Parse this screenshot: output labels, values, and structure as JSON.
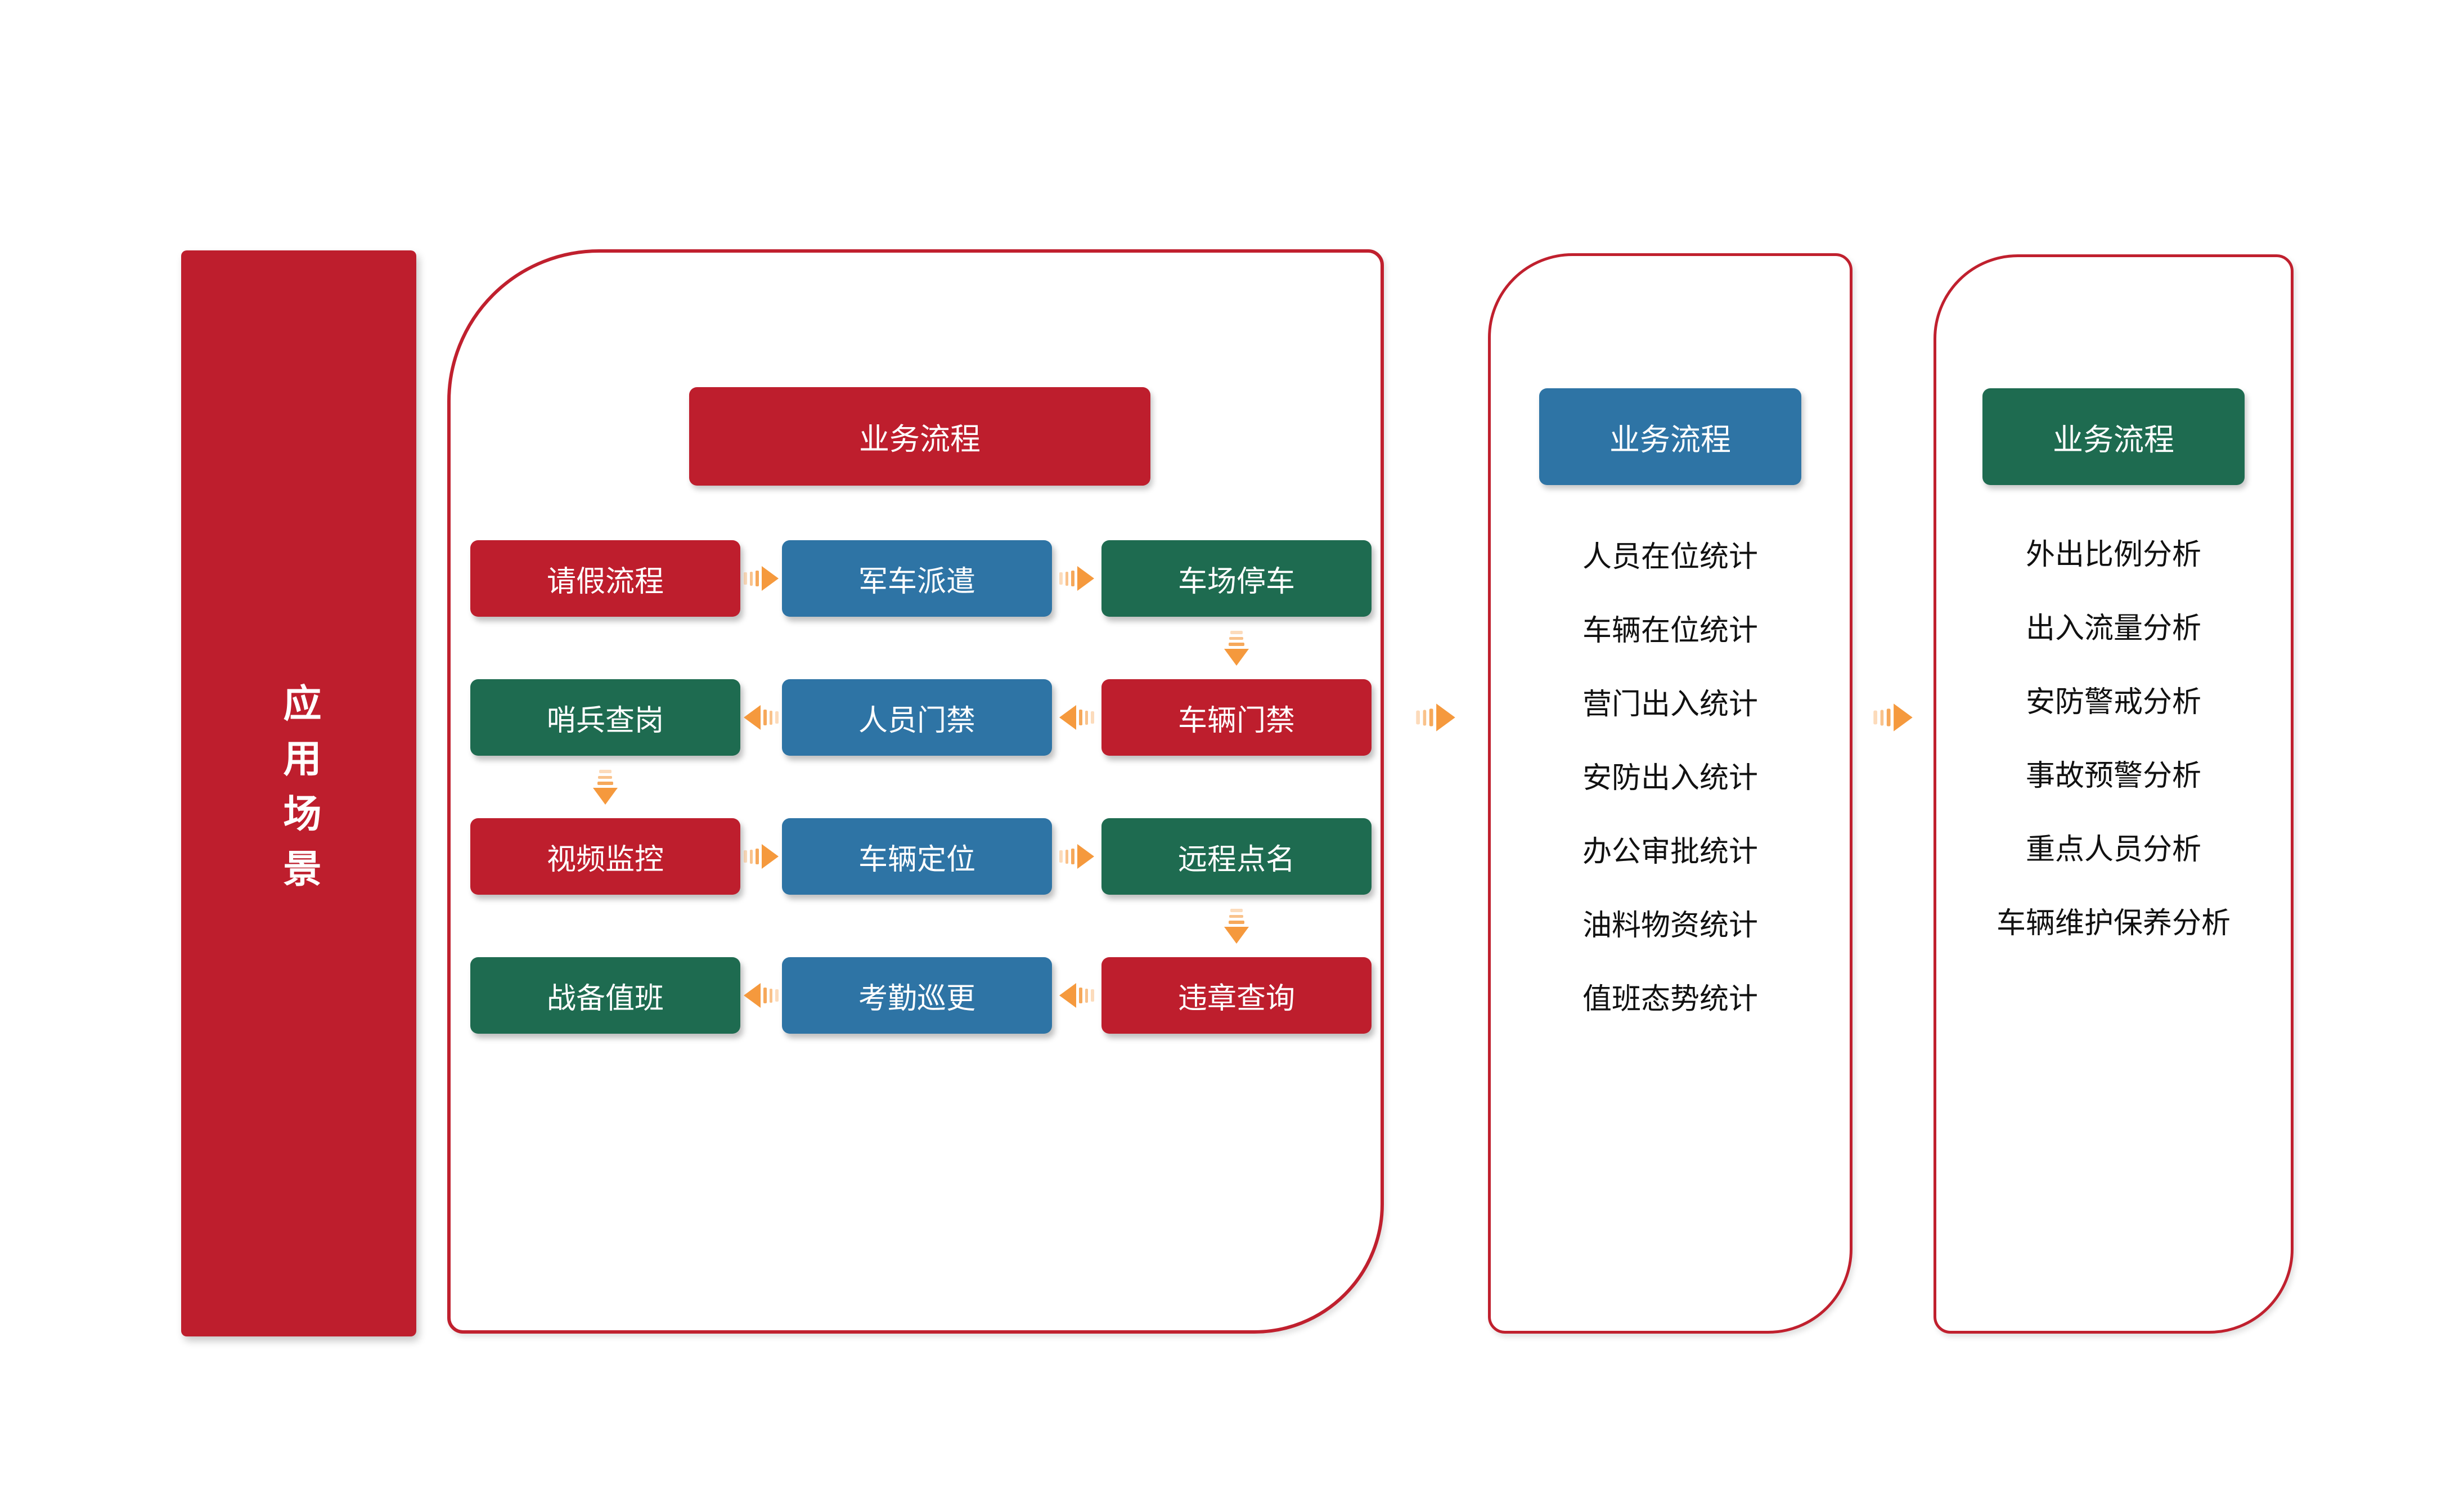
{
  "colors": {
    "red": "#BE1E2D",
    "blue": "#2E74A5",
    "green": "#1E6B50",
    "orange": "#F5993D",
    "border": "#C0202E",
    "text_dark": "#111111",
    "text_light": "#FFFFFF",
    "background": "#FFFFFF"
  },
  "sidebar": {
    "label": "应用场景"
  },
  "process": {
    "header": "业务流程",
    "boxes": [
      {
        "label": "请假流程",
        "color": "red"
      },
      {
        "label": "军车派遣",
        "color": "blue"
      },
      {
        "label": "车场停车",
        "color": "green"
      },
      {
        "label": "哨兵查岗",
        "color": "green"
      },
      {
        "label": "人员门禁",
        "color": "blue"
      },
      {
        "label": "车辆门禁",
        "color": "red"
      },
      {
        "label": "视频监控",
        "color": "red"
      },
      {
        "label": "车辆定位",
        "color": "blue"
      },
      {
        "label": "远程点名",
        "color": "green"
      },
      {
        "label": "战备值班",
        "color": "green"
      },
      {
        "label": "考勤巡更",
        "color": "blue"
      },
      {
        "label": "违章查询",
        "color": "red"
      }
    ]
  },
  "statistics": {
    "header": "业务流程",
    "items": [
      "人员在位统计",
      "车辆在位统计",
      "营门出入统计",
      "安防出入统计",
      "办公审批统计",
      "油料物资统计",
      "值班态势统计"
    ]
  },
  "analysis": {
    "header": "业务流程",
    "items": [
      "外出比例分析",
      "出入流量分析",
      "安防警戒分析",
      "事故预警分析",
      "重点人员分析",
      "车辆维护保养分析"
    ]
  }
}
